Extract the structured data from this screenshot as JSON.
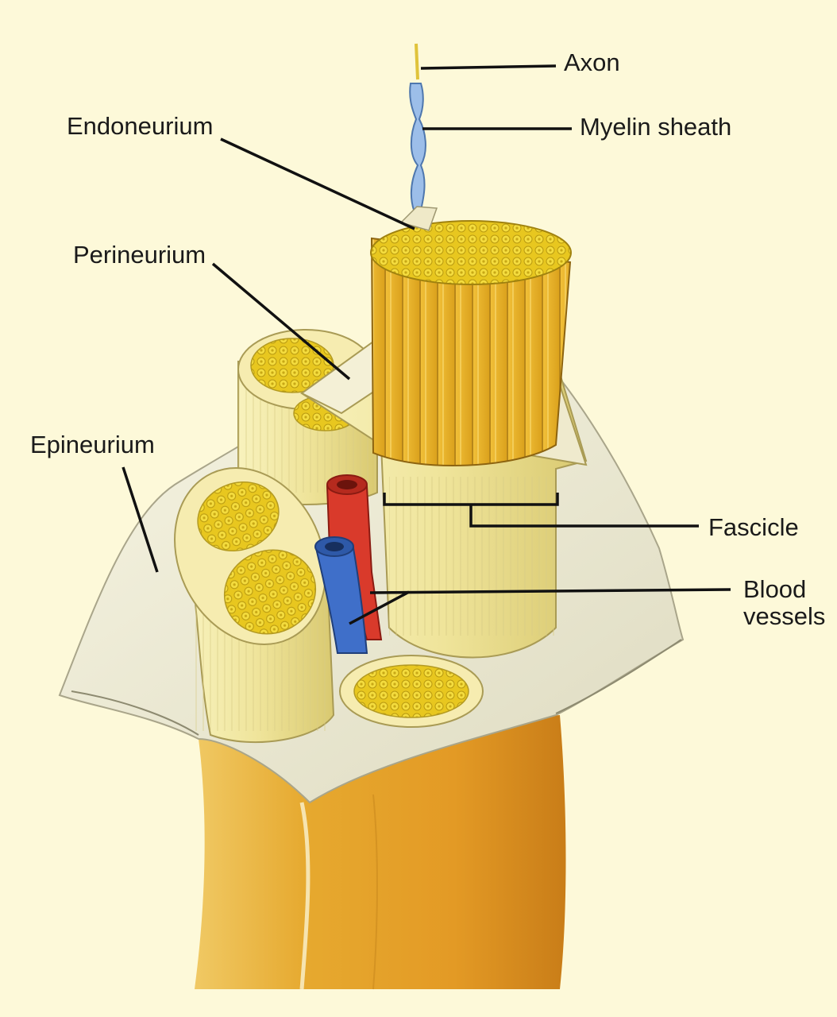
{
  "labels": {
    "axon": "Axon",
    "myelin_sheath": "Myelin sheath",
    "endoneurium": "Endoneurium",
    "perineurium": "Perineurium",
    "epineurium": "Epineurium",
    "fascicle": "Fascicle",
    "blood_vessels_line1": "Blood",
    "blood_vessels_line2": "vessels"
  },
  "colors": {
    "background": "#fdf9d9",
    "nerve_trunk": "#e3a32b",
    "fascicle_fill": "#f2e9a4",
    "fibre_yellow": "#ecc12a",
    "epineurium_sheet": "#f1efd8",
    "artery_red": "#d93a2b",
    "vein_blue": "#3f6fc9",
    "myelin_blue": "#8fb4e6",
    "leader_line": "#111111"
  }
}
